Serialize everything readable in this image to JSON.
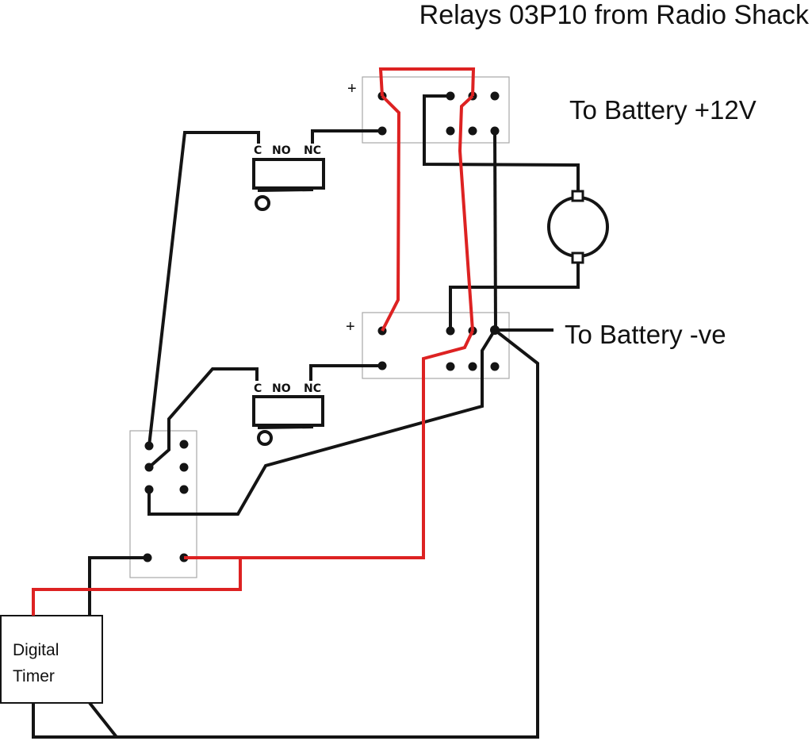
{
  "diagram": {
    "title": "Relays 03P10 from Radio Shack",
    "labels": {
      "battery_positive": "To Battery +12V",
      "battery_negative": "To Battery -ve",
      "timer_line1": "Digital",
      "timer_line2": "Timer",
      "plus_sign": "+"
    },
    "relay_coil_pins": [
      "C",
      "NO",
      "NC"
    ],
    "components": [
      {
        "id": "relay-top",
        "type": "DPDT relay",
        "label": "+"
      },
      {
        "id": "relay-bottom",
        "type": "DPDT relay",
        "label": "+"
      },
      {
        "id": "coil-top",
        "type": "relay coil",
        "pins": [
          "C",
          "NO",
          "NC"
        ]
      },
      {
        "id": "coil-bottom",
        "type": "relay coil",
        "pins": [
          "C",
          "NO",
          "NC"
        ]
      },
      {
        "id": "switch-block",
        "type": "switch block"
      },
      {
        "id": "motor",
        "type": "DC motor"
      },
      {
        "id": "digital-timer",
        "type": "timer",
        "label": "Digital Timer"
      }
    ],
    "wire_colors": {
      "positive": "#dd2222",
      "negative": "#141414"
    }
  }
}
